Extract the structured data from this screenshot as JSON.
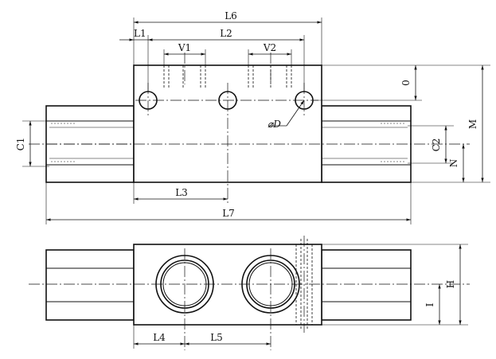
{
  "labels": {
    "L6": "L6",
    "L1": "L1",
    "L2": "L2",
    "V1": "V1",
    "V2": "V2",
    "O": "0",
    "M": "M",
    "D": "⌀D",
    "C1": "C1",
    "C2": "C2",
    "N": "N",
    "L3": "L3",
    "L7": "L7",
    "L4": "L4",
    "L5": "L5",
    "H": "H",
    "I": "I"
  }
}
